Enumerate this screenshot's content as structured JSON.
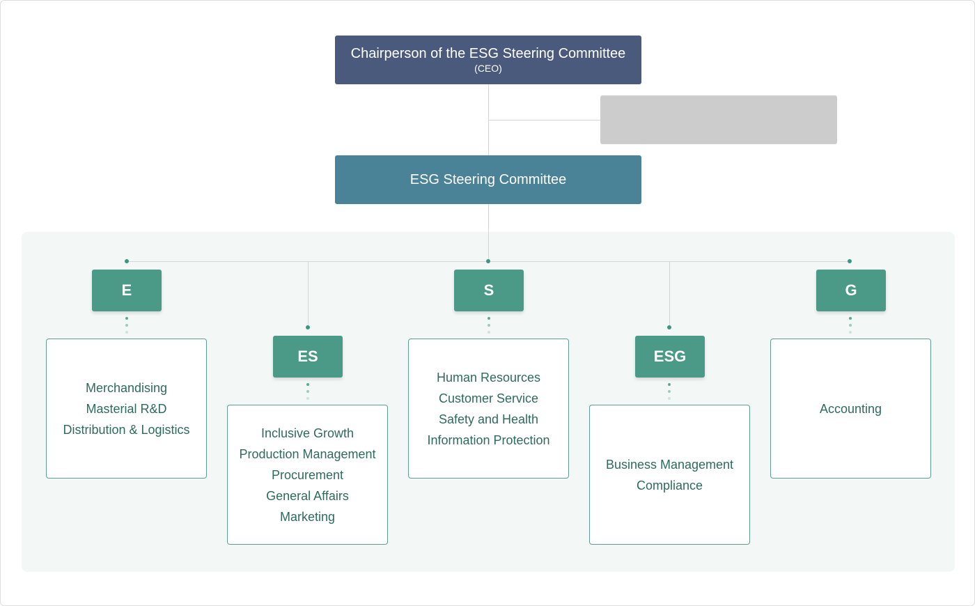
{
  "top_box": {
    "title": "Chairperson of the ESG Steering Committee",
    "subtitle": "(CEO)"
  },
  "committee_box": {
    "label": "ESG Steering Committee"
  },
  "categories": [
    {
      "label": "E",
      "items": [
        "Merchandising",
        "Masterial R&D",
        "Distribution & Logistics"
      ]
    },
    {
      "label": "ES",
      "items": [
        "Inclusive Growth",
        "Production Management",
        "Procurement",
        "General Affairs",
        "Marketing"
      ]
    },
    {
      "label": "S",
      "items": [
        "Human Resources",
        "Customer Service",
        "Safety and Health",
        "Information Protection"
      ]
    },
    {
      "label": "ESG",
      "items": [
        "Business Management",
        "Compliance"
      ]
    },
    {
      "label": "G",
      "items": [
        "Accounting"
      ]
    }
  ]
}
